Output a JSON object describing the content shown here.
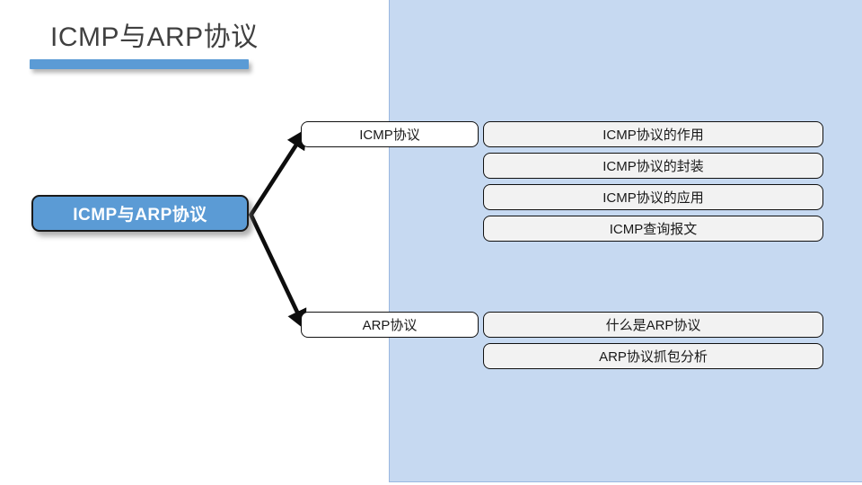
{
  "slide": {
    "title": "ICMP与ARP协议",
    "background_color": "#FFFFFF",
    "panel_color": "#C6D9F1",
    "accent_color": "#5B9BD5"
  },
  "root": {
    "label": "ICMP与ARP协议"
  },
  "branches": [
    {
      "label": "ICMP协议",
      "topics": [
        "ICMP协议的作用",
        "ICMP协议的封装",
        "ICMP协议的应用",
        "ICMP查询报文"
      ]
    },
    {
      "label": "ARP协议",
      "topics": [
        "什么是ARP协议",
        "ARP协议抓包分析"
      ]
    }
  ]
}
